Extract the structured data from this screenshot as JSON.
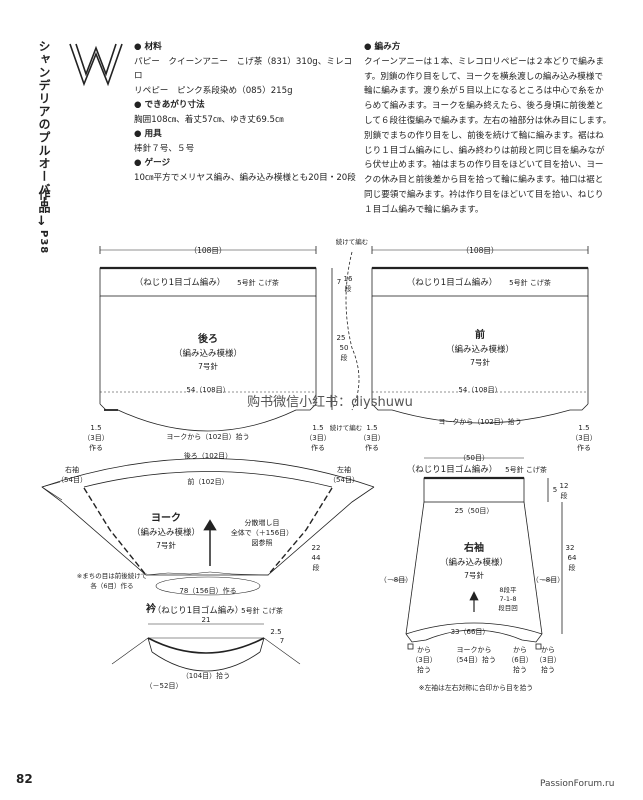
{
  "header": {
    "title": "シャンデリアのプルオーバー",
    "ref_label": "作品",
    "ref_page": "P38",
    "logo_letter": "W"
  },
  "materials": {
    "heading": "材料",
    "line1": "パピー　クイーンアニー　こげ茶（831）310g、ミレコロ",
    "line2": "リペピー　ピンク系段染め（085）215g",
    "size_heading": "できあがり寸法",
    "size_text": "胸囲108㎝、着丈57㎝、ゆき丈69.5㎝",
    "tools_heading": "用具",
    "tools_text": "棒針７号、５号",
    "gauge_heading": "ゲージ",
    "gauge_text": "10㎝平方でメリヤス編み、編み込み模様とも20目・20段"
  },
  "method": {
    "heading": "編み方",
    "lines": [
      "クイーンアニーは１本、ミレコロリペピーは２本どりで編みま",
      "す。別鎖の作り目をして、ヨークを横糸渡しの編み込み模様で",
      "輪に編みます。渡り糸が５目以上になるところは中心で糸をか",
      "らめて編みます。ヨークを編み終えたら、後ろ身頃に前後差と",
      "して６段往復編みで編みます。左右の袖部分は休み目にします。",
      "別鎖でまちの作り目をし、前後を続けて輪に編みます。裾はね",
      "じり１目ゴム編みにし、編み終わりは前段と同じ目を編みなが",
      "ら伏せ止めます。袖はまちの作り目をほどいて目を拾い、ヨー",
      "クの休み目と前後差から目を拾って輪に編みます。袖口は裾と",
      "同じ要領で編みます。衿は作り目をほどいて目を拾い、ねじり",
      "１目ゴム編みで輪に編みます。"
    ]
  },
  "diagram": {
    "top_width": "（108目）",
    "ribbing": "（ねじり1目ゴム編み）",
    "ribbing_needle": "5号針 こげ茶",
    "back_title": "後ろ",
    "front_title": "前",
    "body_pattern": "（編み込み模様）",
    "needle7": "7号針",
    "body_bottom": "54（108目）",
    "yoke_pickup": "ヨークから（102目）拾う",
    "gusset": "1.5",
    "gusset_sts": "（3目）",
    "gusset_make": "作る",
    "rib_rows_cm": "7",
    "rib_rows": "16",
    "rib_rows_unit": "段",
    "body_len_cm": "25",
    "body_len_rows": "50",
    "body_len_unit": "段",
    "continue": "続けて編む",
    "yoke_back": "後ろ（102目）",
    "yoke_front": "前（102目）",
    "right_sleeve_lbl": "右袖",
    "left_sleeve_lbl": "左袖",
    "yoke_sts": "（54目）",
    "yoke_title": "ヨーク",
    "inc_note1": "分散増し目",
    "inc_note2": "全体で（＋156目）",
    "inc_note3": "図参照",
    "yoke_h_cm": "22",
    "yoke_h_rows": "44",
    "gusset_note1": "※まちの目は前後続けて",
    "gusset_note2": "各（6目）作る",
    "yoke_start": "78（156目）作る",
    "collar_title": "衿",
    "collar_rib": "（ねじり1目ゴム編み）",
    "collar_width": "21",
    "collar_h": "2.5",
    "collar_rows": "7",
    "collar_pick": "（104目）拾う",
    "collar_dec": "（－52目）",
    "sleeve_top": "（50目）",
    "sleeve_rib_cm": "5",
    "sleeve_rib_rows": "12",
    "sleeve_cuff": "25（50目）",
    "sleeve_title": "右袖",
    "sleeve_dec": "（－8目）",
    "sleeve_len_cm": "32",
    "sleeve_len_rows": "64",
    "sleeve_dec_note1": "8段平",
    "sleeve_dec_note2": "7-1-8",
    "sleeve_dec_note3": "段目回",
    "sleeve_bottom": "33（66目）",
    "sleeve_from_yoke": "ヨークから",
    "sleeve_yoke_pick": "（54目）拾う",
    "sleeve_from": "から",
    "sleeve_from_sts": "（3目）",
    "sleeve_pick": "拾う",
    "sleeve_6": "（6目）",
    "sleeve_note": "※左袖は左右対称に合印から目を拾う",
    "watermark": "购书微信小红书：diyshuwu"
  },
  "footer": {
    "page_number": "82",
    "site": "PassionForum.ru"
  }
}
